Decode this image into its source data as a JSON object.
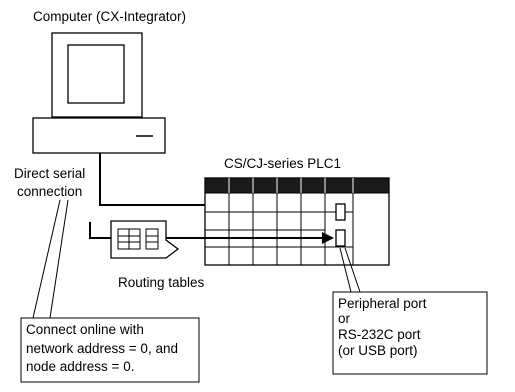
{
  "labels": {
    "computer": "Computer (CX-Integrator)",
    "plc": "CS/CJ-series PLC1",
    "direct_serial_line1": "Direct serial",
    "direct_serial_line2": "connection",
    "routing_tables": "Routing tables"
  },
  "callouts": {
    "port": {
      "lines": [
        "Peripheral port",
        "or",
        "RS-232C port",
        "(or USB port)"
      ]
    },
    "connect": {
      "lines": [
        "Connect online with",
        "network address = 0, and",
        "node address = 0."
      ]
    }
  },
  "colors": {
    "stroke": "#000000",
    "plc_header": "#1a1a1a",
    "background": "#ffffff"
  }
}
